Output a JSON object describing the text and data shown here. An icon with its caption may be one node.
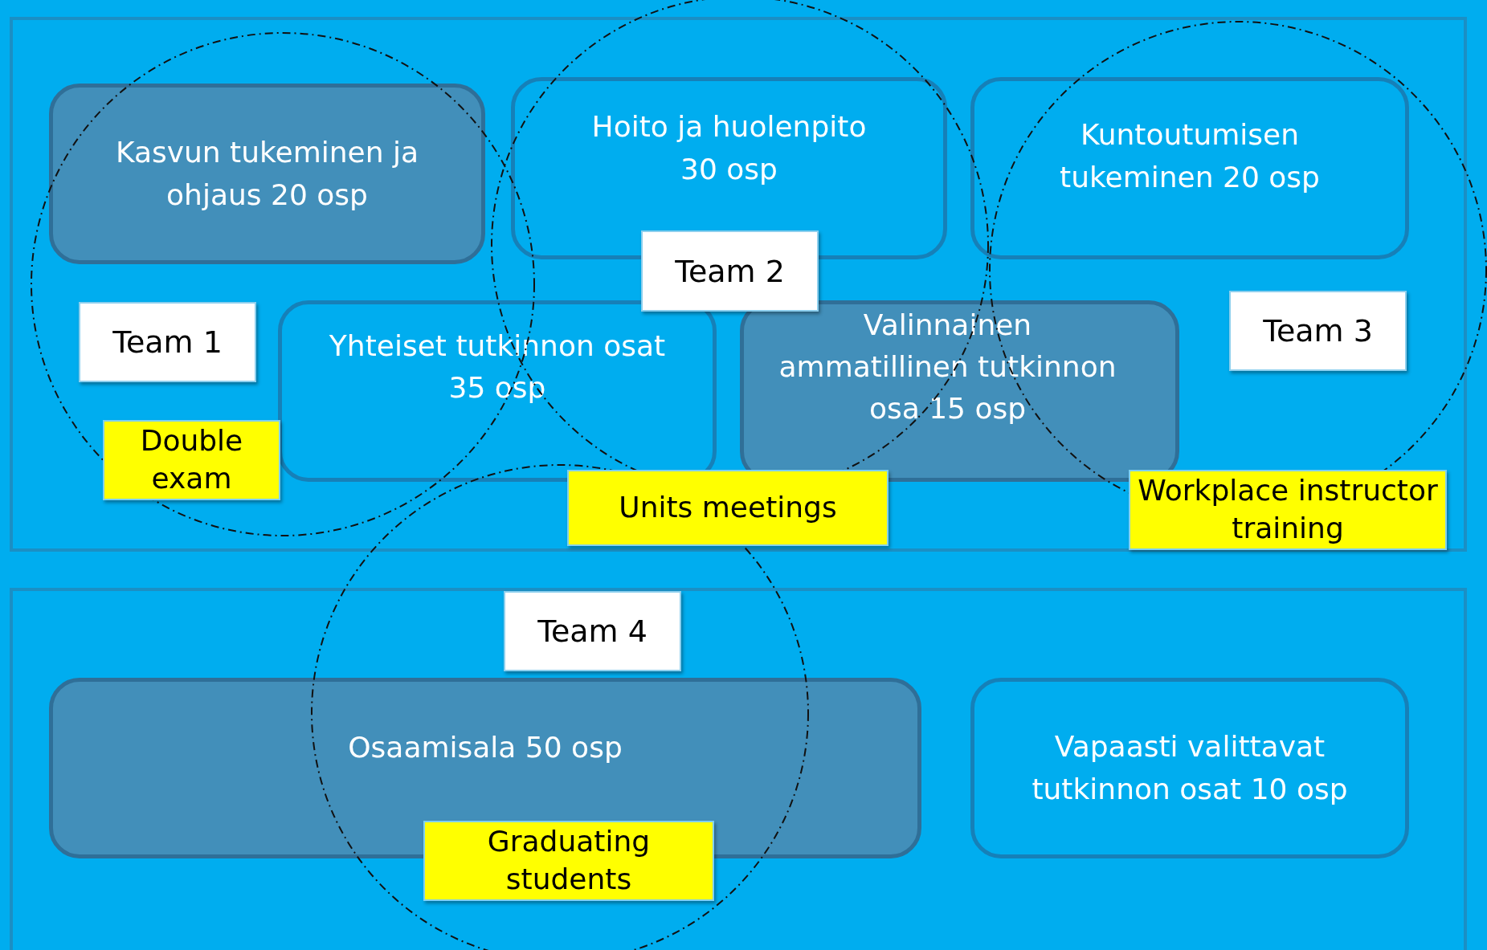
{
  "diagram": {
    "nodes": [
      {
        "text": [],
        "shape": "box"
      },
      {
        "text": [
          "Kasvun tukeminen ja ohjaus 20 osp"
        ],
        "in": 0
      },
      {
        "text": [
          "Hoito ja huolenpito 30 osp"
        ],
        "in": 0
      },
      {
        "text": [
          "Kuntoutumisen tukeminen 20 osp"
        ],
        "in": 0
      },
      {
        "text": [
          "Team 2"
        ],
        "in": 0
      },
      {
        "text": [
          "Team 1"
        ],
        "in": 0
      },
      {
        "text": [
          "Yhteiset tutkinnon osat 35 osp"
        ],
        "in": 0
      },
      {
        "text": [
          "Valinnainen ammatillinen tutkinnon osa 15 osp"
        ],
        "in": 0
      },
      {
        "text": [
          "Team 3"
        ],
        "in": 0
      },
      {
        "text": [
          "Units meetings"
        ],
        "in": 0
      },
      {
        "text": [
          "Double exam"
        ],
        "in": 0
      },
      {
        "text": [
          "Workplace instructor training"
        ],
        "in": 0
      },
      {
        "text": [],
        "shape": "box"
      },
      {
        "text": [
          "Team 4"
        ],
        "in": 12
      },
      {
        "text": [
          "Osaamisala 50 osp"
        ],
        "in": 12
      },
      {
        "text": [
          "Vapaasti valittavat tutkinnon osat 10 osp"
        ],
        "in": 12
      },
      {
        "text": [
          "Graduating students"
        ],
        "in": 12
      }
    ]
  }
}
